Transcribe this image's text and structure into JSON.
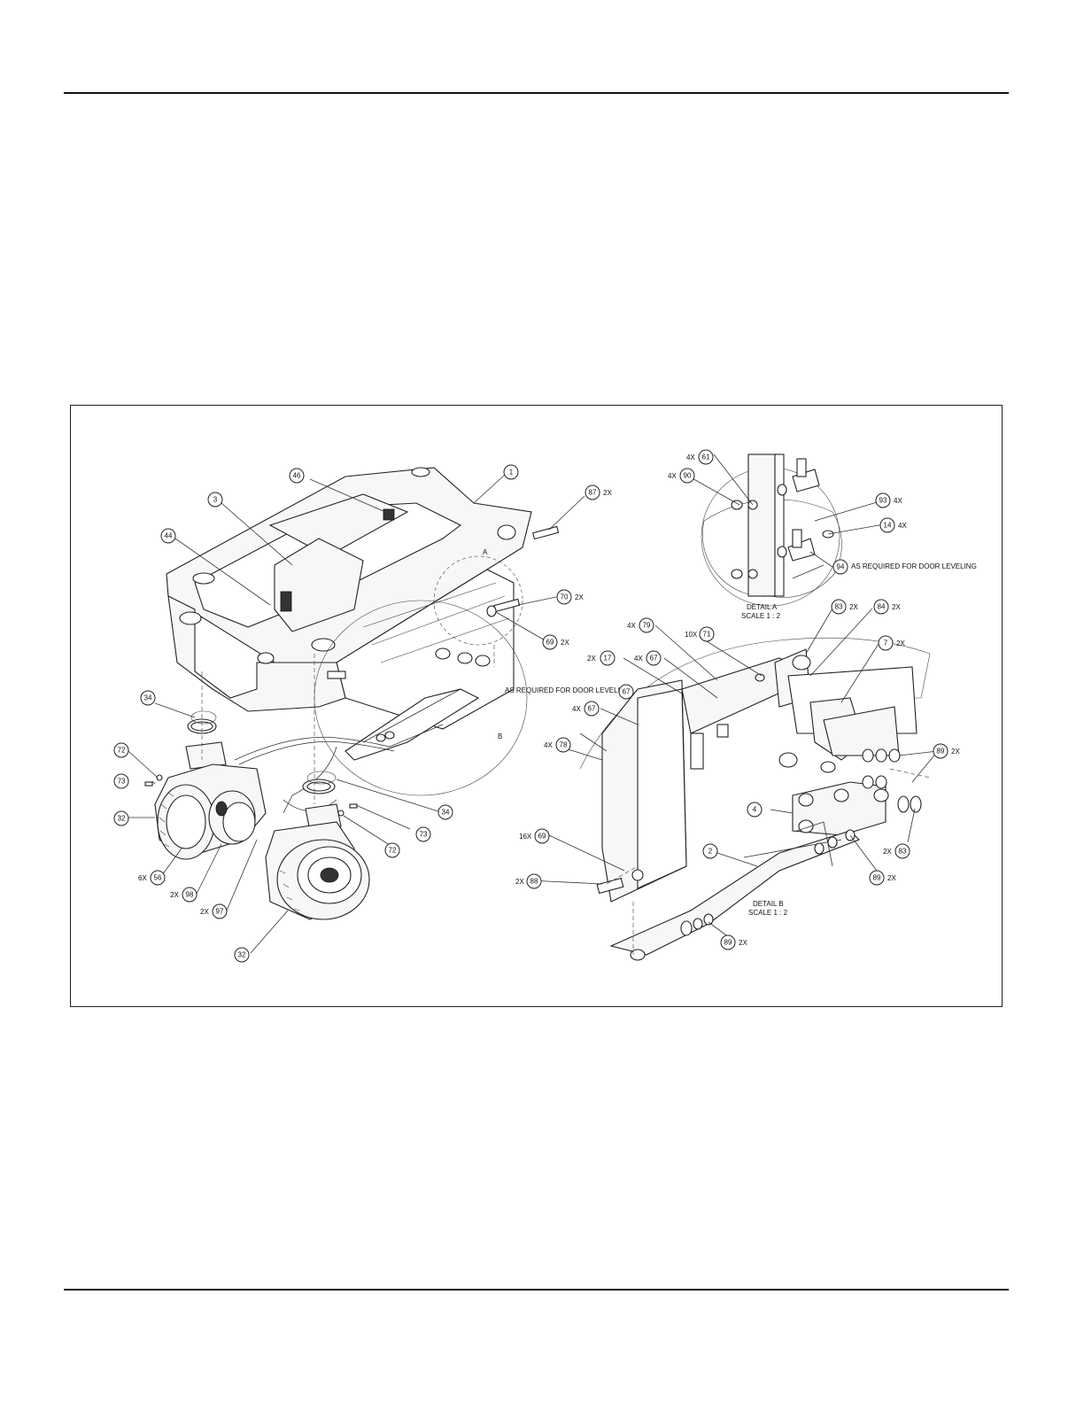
{
  "callouts": {
    "c1": {
      "num": "1",
      "qty": ""
    },
    "c46": {
      "num": "46",
      "qty": ""
    },
    "c3": {
      "num": "3",
      "qty": ""
    },
    "c44": {
      "num": "44",
      "qty": ""
    },
    "c87": {
      "num": "87",
      "qty": "2X"
    },
    "c70": {
      "num": "70",
      "qty": "2X"
    },
    "c69a": {
      "num": "69",
      "qty": "2X"
    },
    "c34a": {
      "num": "34",
      "qty": ""
    },
    "c72a": {
      "num": "72",
      "qty": ""
    },
    "c73a": {
      "num": "73",
      "qty": ""
    },
    "c32a": {
      "num": "32",
      "qty": ""
    },
    "c56": {
      "num": "56",
      "qty": "6X"
    },
    "c98": {
      "num": "98",
      "qty": "2X"
    },
    "c97": {
      "num": "97",
      "qty": "2X"
    },
    "c32b": {
      "num": "32",
      "qty": ""
    },
    "c34b": {
      "num": "34",
      "qty": ""
    },
    "c73b": {
      "num": "73",
      "qty": ""
    },
    "c72b": {
      "num": "72",
      "qty": ""
    },
    "c61": {
      "num": "61",
      "qty": "4X"
    },
    "c90": {
      "num": "90",
      "qty": "4X"
    },
    "c93": {
      "num": "93",
      "qty": "4X"
    },
    "c14": {
      "num": "14",
      "qty": "4X"
    },
    "c94": {
      "num": "94",
      "qty": ""
    },
    "c83a": {
      "num": "83",
      "qty": "2X"
    },
    "c84": {
      "num": "84",
      "qty": "2X"
    },
    "c7": {
      "num": "7",
      "qty": "2X"
    },
    "c79": {
      "num": "79",
      "qty": "4X"
    },
    "c71": {
      "num": "71",
      "qty": "10X"
    },
    "c17": {
      "num": "17",
      "qty": "2X"
    },
    "c67a": {
      "num": "67",
      "qty": "4X"
    },
    "c67b": {
      "num": "67",
      "qty": ""
    },
    "c67c": {
      "num": "67",
      "qty": "4X"
    },
    "c78": {
      "num": "78",
      "qty": "4X"
    },
    "c89a": {
      "num": "89",
      "qty": "2X"
    },
    "c4": {
      "num": "4",
      "qty": ""
    },
    "c83b": {
      "num": "83",
      "qty": "2X"
    },
    "c69b": {
      "num": "69",
      "qty": "16X"
    },
    "c88": {
      "num": "88",
      "qty": "2X"
    },
    "c2": {
      "num": "2",
      "qty": ""
    },
    "c89b": {
      "num": "89",
      "qty": "2X"
    },
    "c89c": {
      "num": "89",
      "qty": "2X"
    }
  },
  "notes": {
    "door_leveling_a": "AS REQUIRED FOR DOOR LEVELING",
    "door_leveling_b": "AS REQUIRED FOR DOOR LEVELING",
    "detail_a_title": "DETAIL A",
    "detail_a_scale": "SCALE 1 : 2",
    "detail_b_title": "DETAIL B",
    "detail_b_scale": "SCALE 1 : 2",
    "label_a": "A",
    "label_b": "B"
  }
}
